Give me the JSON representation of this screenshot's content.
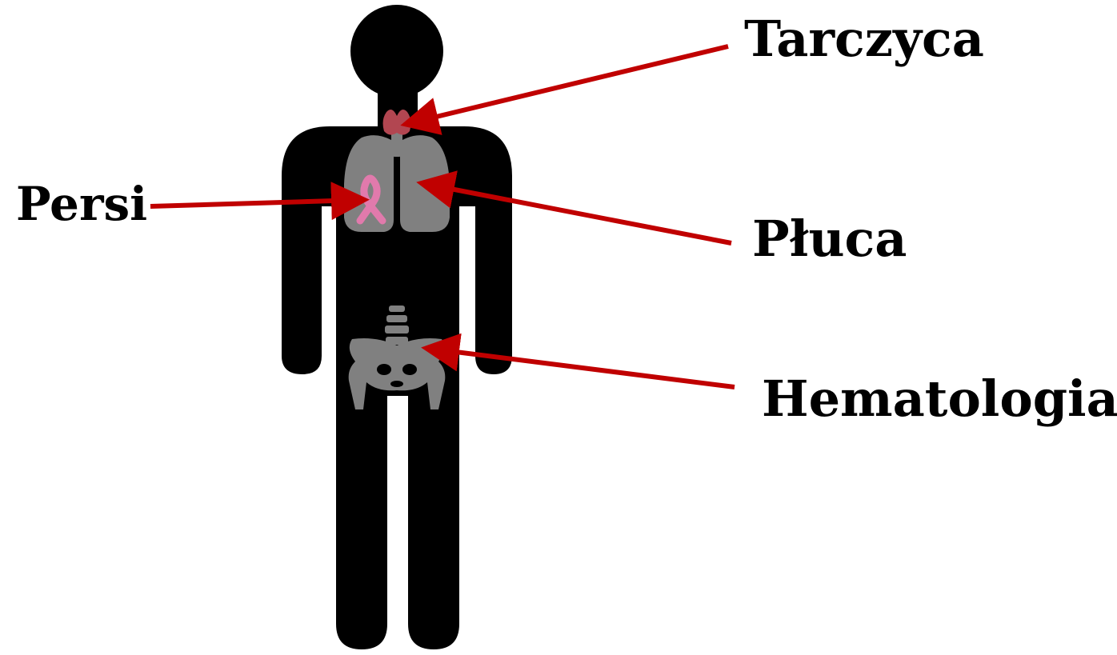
{
  "labels": {
    "thyroid": "Tarczyca",
    "breast": "Persi",
    "lungs": "Płuca",
    "hematology": "Hematologia"
  },
  "colors": {
    "figure": "#000000",
    "organ_gray": "#808080",
    "arrow": "#c00000",
    "thyroid": "#b24651",
    "ribbon": "#e17aac"
  }
}
